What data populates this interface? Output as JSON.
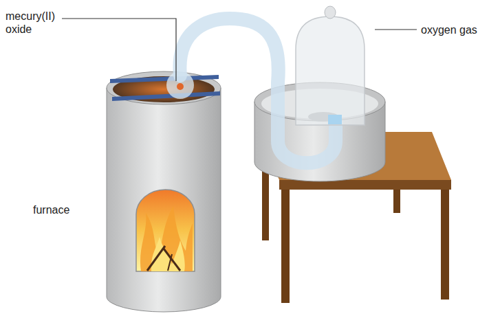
{
  "diagram": {
    "labels": [
      "mecury(II) oxide",
      "oxygen gas",
      "furnace"
    ]
  }
}
